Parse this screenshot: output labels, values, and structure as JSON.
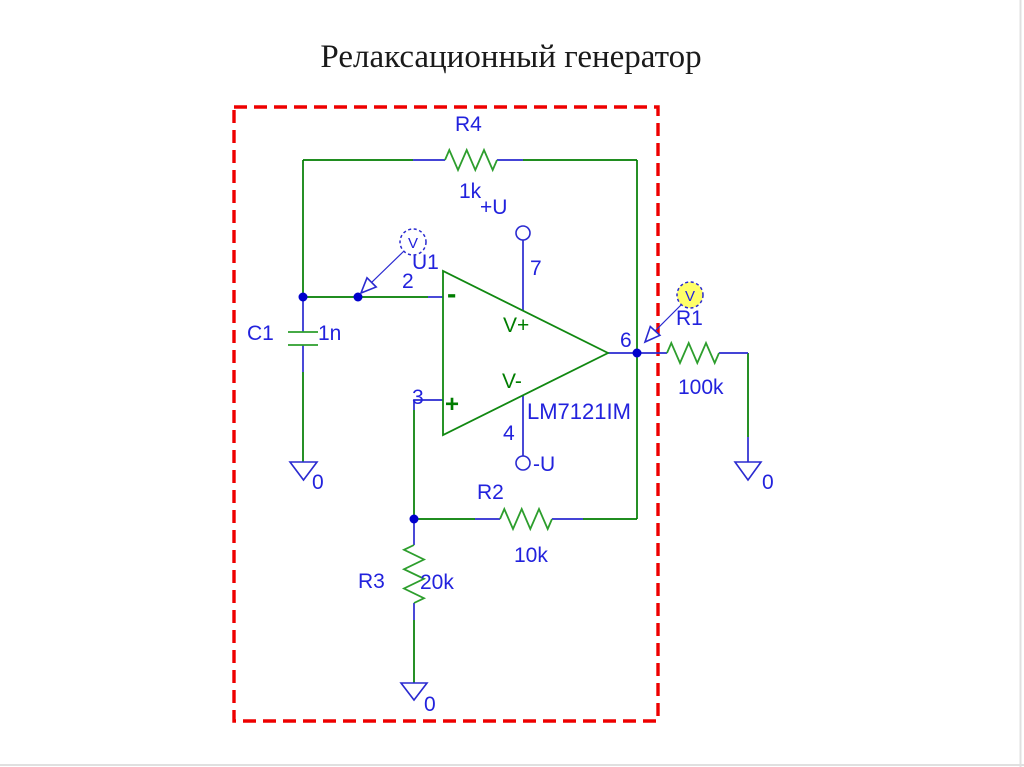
{
  "title": "Релаксационный генератор",
  "schematic": {
    "colors": {
      "dashed_border": "#ee0000",
      "wire_green": "#007d00",
      "component_lead_blue": "#2a2ad0",
      "label_blue": "#2222dd",
      "opamp_text_green": "#007d00",
      "probe_yellow_fill": "#ffff69",
      "junction_dot_blue": "#0000cc"
    },
    "components": {
      "r4": {
        "ref": "R4",
        "value": "1k"
      },
      "r1": {
        "ref": "R1",
        "value": "100k"
      },
      "r2": {
        "ref": "R2",
        "value": "10k"
      },
      "r3": {
        "ref": "R3",
        "value": "20k"
      },
      "c1": {
        "ref": "C1",
        "value": "1n"
      },
      "opamp": {
        "ref": "U1",
        "part": "LM7121IM",
        "pin_inverting": "2",
        "pin_noninverting": "3",
        "pin_output": "6",
        "pin_vplus": "7",
        "pin_vminus": "4",
        "label_vplus": "V+",
        "label_vminus": "V-",
        "sign_inverting": "-",
        "sign_noninverting": "+"
      }
    },
    "power": {
      "positive": "+U",
      "negative": "-U"
    },
    "grounds": {
      "c1_ground": "0",
      "r3_ground": "0",
      "r1_ground": "0"
    },
    "probes": {
      "left_probe": "V",
      "right_probe": "V"
    }
  }
}
